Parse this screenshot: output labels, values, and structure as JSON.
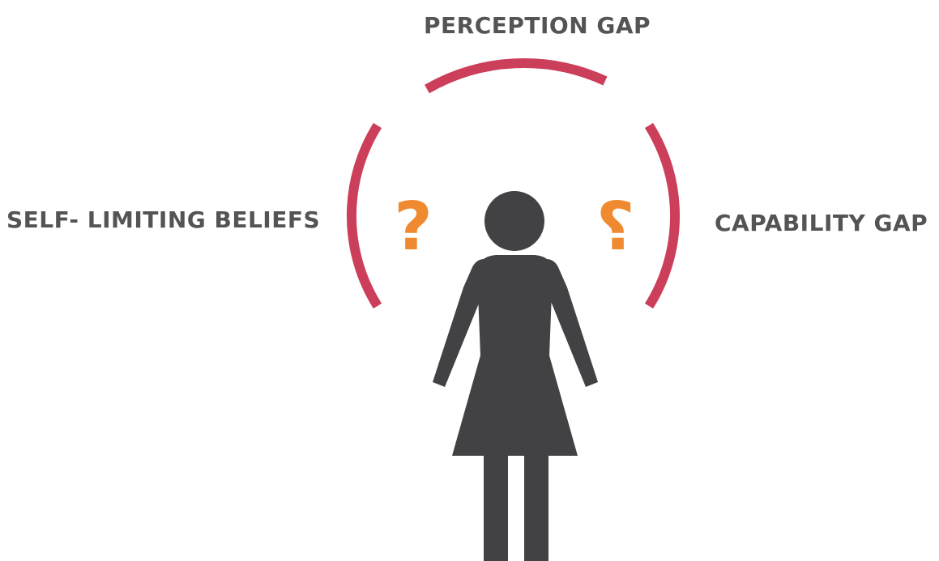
{
  "labels": {
    "top": "PERCEPTION GAP",
    "left": "SELF- LIMITING BELIEFS",
    "right": "CAPABILITY GAP"
  },
  "question_marks": {
    "left": "?",
    "right": "?"
  },
  "colors": {
    "text": "#545454",
    "arc": "#cc3f5b",
    "question": "#f08a30",
    "figure": "#424143",
    "background": "#ffffff"
  },
  "icons": {
    "figure": "woman-figure-icon",
    "arcs": "arc-segment-icon"
  }
}
